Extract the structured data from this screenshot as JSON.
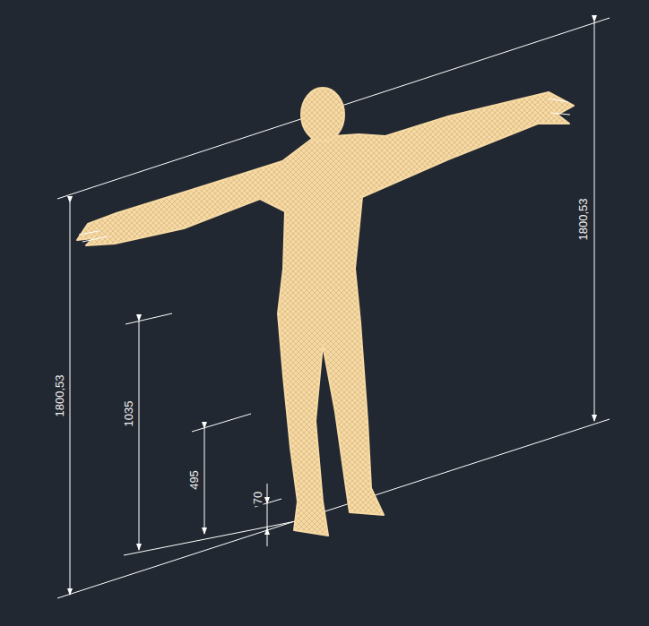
{
  "diagram": {
    "labels": [
      "1800,53",
      "1800,53",
      "1035",
      "495",
      "70"
    ]
  }
}
